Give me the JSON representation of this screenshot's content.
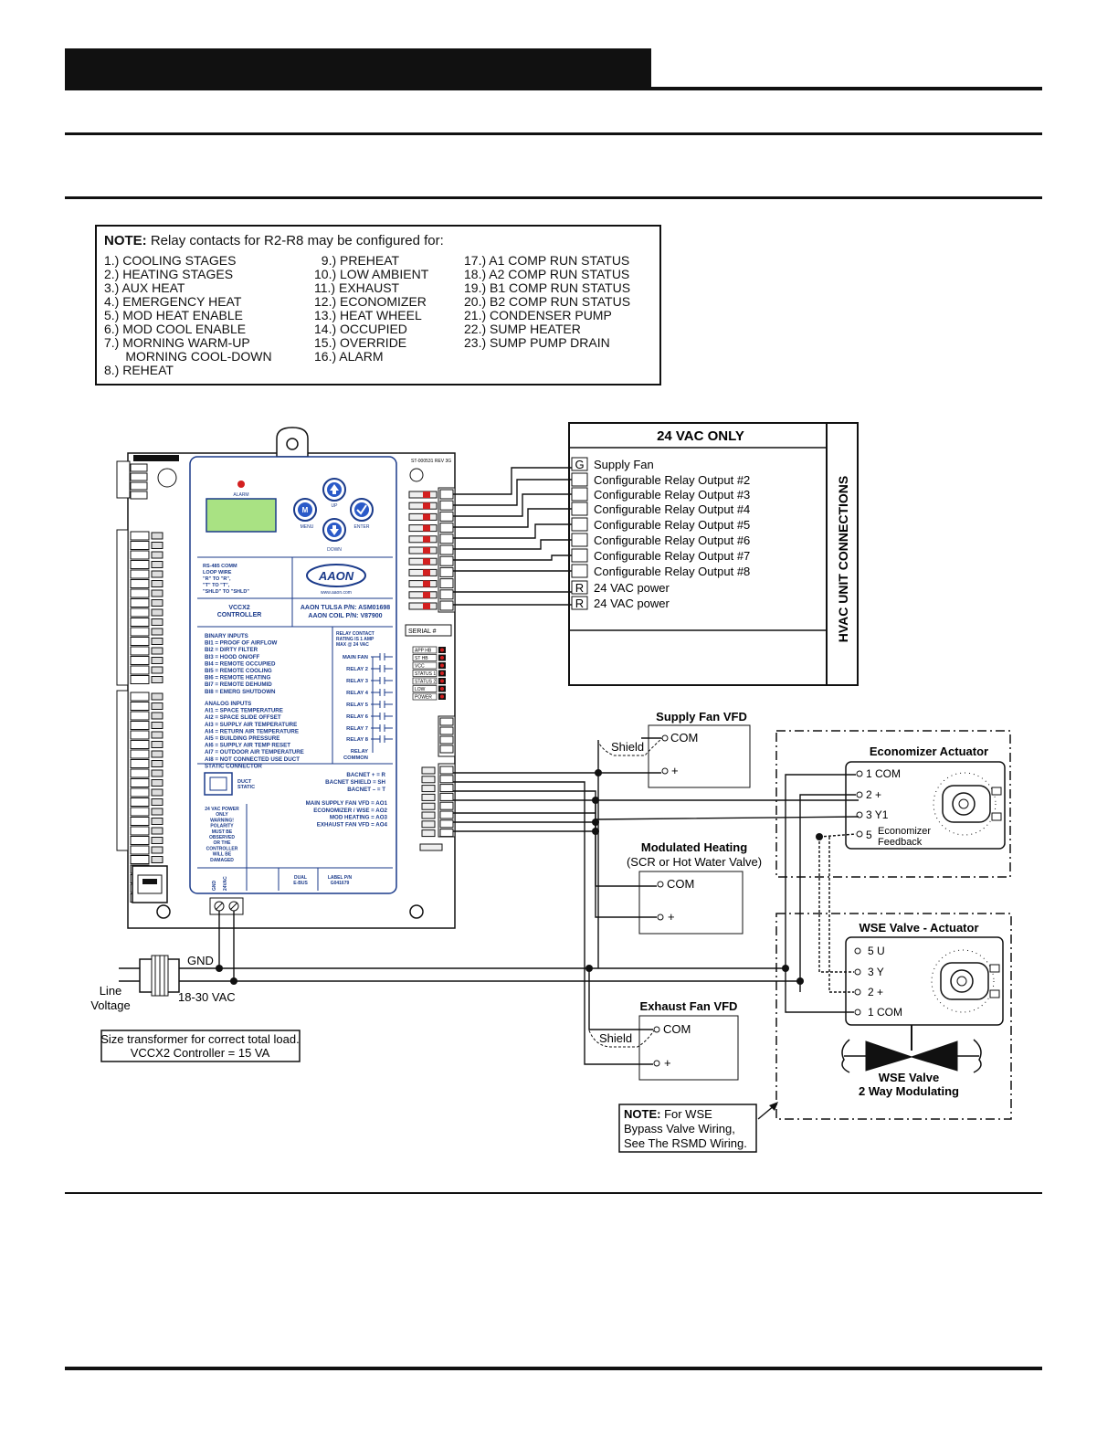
{
  "note_box": {
    "title_bold": "NOTE:",
    "title_rest": " Relay contacts for R2-R8 may be configured for:",
    "col1": [
      "1.) COOLING STAGES",
      "2.) HEATING STAGES",
      "3.) AUX HEAT",
      "4.) EMERGENCY HEAT",
      "5.) MOD HEAT ENABLE",
      "6.) MOD COOL ENABLE",
      "7.) MORNING WARM-UP",
      "      MORNING COOL-DOWN",
      "8.) REHEAT"
    ],
    "col2": [
      "  9.) PREHEAT",
      "10.) LOW AMBIENT",
      "11.) EXHAUST",
      "12.) ECONOMIZER",
      "13.) HEAT WHEEL",
      "14.) OCCUPIED",
      "15.) OVERRIDE",
      "16.) ALARM"
    ],
    "col3": [
      "17.) A1 COMP RUN STATUS",
      "18.) A2 COMP RUN STATUS",
      "19.) B1 COMP RUN STATUS",
      "20.) B2 COMP RUN STATUS",
      "21.) CONDENSER PUMP",
      "22.) SUMP HEATER",
      "23.) SUMP PUMP DRAIN"
    ]
  },
  "hvac_box": {
    "title": "24 VAC ONLY",
    "side_label": "HVAC UNIT CONNECTIONS",
    "rows": [
      {
        "term": "G",
        "label": "Supply Fan"
      },
      {
        "term": "",
        "label": "Configurable Relay Output #2"
      },
      {
        "term": "",
        "label": "Configurable Relay Output #3"
      },
      {
        "term": "",
        "label": "Configurable Relay Output #4"
      },
      {
        "term": "",
        "label": "Configurable Relay Output #5"
      },
      {
        "term": "",
        "label": "Configurable Relay Output #6"
      },
      {
        "term": "",
        "label": "Configurable Relay Output #7"
      },
      {
        "term": "",
        "label": "Configurable Relay Output #8"
      },
      {
        "term": "R",
        "label": "24 VAC power"
      },
      {
        "term": "R",
        "label": "24 VAC power"
      }
    ]
  },
  "controller": {
    "alarm": "ALARM",
    "up": "UP",
    "menu": "MENU",
    "enter": "ENTER",
    "down": "DOWN",
    "logo": "AAON",
    "url": "www.aaon.com",
    "board_rev": "ST-000531 REV 3G",
    "serial": "SERIAL #",
    "comm_lines": [
      "RS-485 COMM",
      "LOOP WIRE",
      "\"R\" TO \"R\",",
      "\"T\" TO \"T\",",
      "\"SHLD\" TO \"SHLD\""
    ],
    "model": [
      "VCCX2",
      "CONTROLLER"
    ],
    "pn": [
      "AAON TULSA P/N: ASM01698",
      "AAON COIL P/N: V87900"
    ],
    "binary_inputs": [
      "BINARY INPUTS",
      "BI1 = PROOF OF AIRFLOW",
      "BI2 = DIRTY FILTER",
      "BI3 = HOOD ON/OFF",
      "BI4 = REMOTE OCCUPIED",
      "BI5 = REMOTE COOLING",
      "BI6 = REMOTE HEATING",
      "BI7 = REMOTE DEHUMID",
      "BI8 = EMERG SHUTDOWN"
    ],
    "analog_inputs": [
      "ANALOG INPUTS",
      "AI1 = SPACE TEMPERATURE",
      "AI2 = SPACE SLIDE OFFSET",
      "AI3 = SUPPLY AIR TEMPERATURE",
      "AI4 = RETURN AIR TEMPERATURE",
      "AI5 = BUILDING PRESSURE",
      "AI6 = SUPPLY AIR TEMP RESET",
      "AI7 = OUTDOOR AIR TEMPERATURE",
      "AI8 = NOT CONNECTED USE DUCT",
      "       STATIC CONNECTOR"
    ],
    "relay_rating": [
      "RELAY CONTACT",
      "RATING IS 1 AMP",
      "MAX @ 24 VAC"
    ],
    "relays": [
      "MAIN FAN",
      "RELAY 2",
      "RELAY 3",
      "RELAY 4",
      "RELAY 5",
      "RELAY 6",
      "RELAY 7",
      "RELAY 8",
      "RELAY",
      "COMMON"
    ],
    "leds": [
      "APP HB",
      "ST HB",
      "VCC",
      "STATUS 1",
      "STATUS 2",
      "LOW",
      "POWER"
    ],
    "duct": [
      "DUCT",
      "STATIC"
    ],
    "bacnet": [
      "BACNET + = R",
      "BACNET SHIELD = SH",
      "BACNET – = T"
    ],
    "analog_out": [
      "MAIN SUPPLY FAN VFD = AO1",
      "ECONOMIZER / WSE = AO2",
      "MOD HEATING = AO3",
      "EXHAUST FAN VFD = AO4"
    ],
    "warning": [
      "24 VAC POWER",
      "ONLY",
      "WARNING!",
      "POLARITY",
      "MUST BE",
      "OBSERVED",
      "OR THE",
      "CONTROLLER",
      "WILL BE",
      "DAMAGED"
    ],
    "dual": [
      "DUAL",
      "E-BUS"
    ],
    "label_pn": [
      "LABEL P/N",
      "G041679"
    ],
    "pwr_terms": [
      "GND",
      "24VAC"
    ]
  },
  "supply_fan_vfd": {
    "title": "Supply Fan VFD",
    "com": "COM",
    "plus": "+",
    "shield": "Shield"
  },
  "econ_actuator": {
    "title": "Economizer Actuator",
    "t1": "1  COM",
    "t2": "2  +",
    "t3": "3  Y1",
    "t5": "5",
    "feedback": [
      "Economizer",
      "Feedback"
    ]
  },
  "mod_heating": {
    "title": "Modulated Heating",
    "subtitle": "(SCR or Hot Water Valve)",
    "com": "COM",
    "plus": "+"
  },
  "wse_actuator": {
    "title": "WSE Valve - Actuator",
    "t5": "5  U",
    "t3": "3  Y",
    "t2": "2  +",
    "t1": "1  COM",
    "valve": [
      "WSE Valve",
      "2 Way Modulating"
    ]
  },
  "exhaust_fan_vfd": {
    "title": "Exhaust Fan VFD",
    "com": "COM",
    "plus": "+",
    "shield": "Shield"
  },
  "power": {
    "gnd": "GND",
    "line": [
      "Line",
      "Voltage"
    ],
    "vac": "18-30 VAC"
  },
  "transformer_note": [
    "Size transformer for correct total load.",
    "VCCX2 Controller = 15 VA"
  ],
  "wse_note": {
    "bold": "NOTE:",
    "lines": [
      "  For WSE",
      "Bypass Valve Wiring,",
      "See The RSMD Wiring."
    ]
  }
}
